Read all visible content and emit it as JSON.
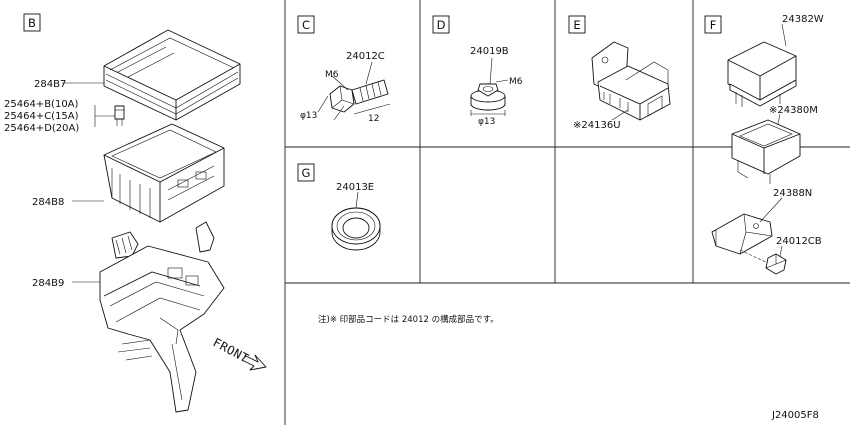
{
  "sections": {
    "B": "B",
    "C": "C",
    "D": "D",
    "E": "E",
    "F": "F",
    "G": "G"
  },
  "section_B": {
    "cover_part": "284B7",
    "fuse_parts": [
      "25464+B(10A)",
      "25464+C(15A)",
      "25464+D(20A)"
    ],
    "box_part": "284B8",
    "bracket_part": "284B9",
    "front_label": "FRONT"
  },
  "section_C": {
    "part": "24012C",
    "thread": "M6",
    "diameter": "φ13",
    "length": "12"
  },
  "section_D": {
    "part": "24019B",
    "thread": "M6",
    "diameter": "φ13"
  },
  "section_E": {
    "part": "※24136U"
  },
  "section_F": {
    "parts": [
      "24382W",
      "※24380M",
      "24388N",
      "24012CB"
    ]
  },
  "section_G": {
    "part": "24013E"
  },
  "note": "注)※ 印部品コードは 24012 の構成部品です。",
  "diagram_code": "J24005F8"
}
